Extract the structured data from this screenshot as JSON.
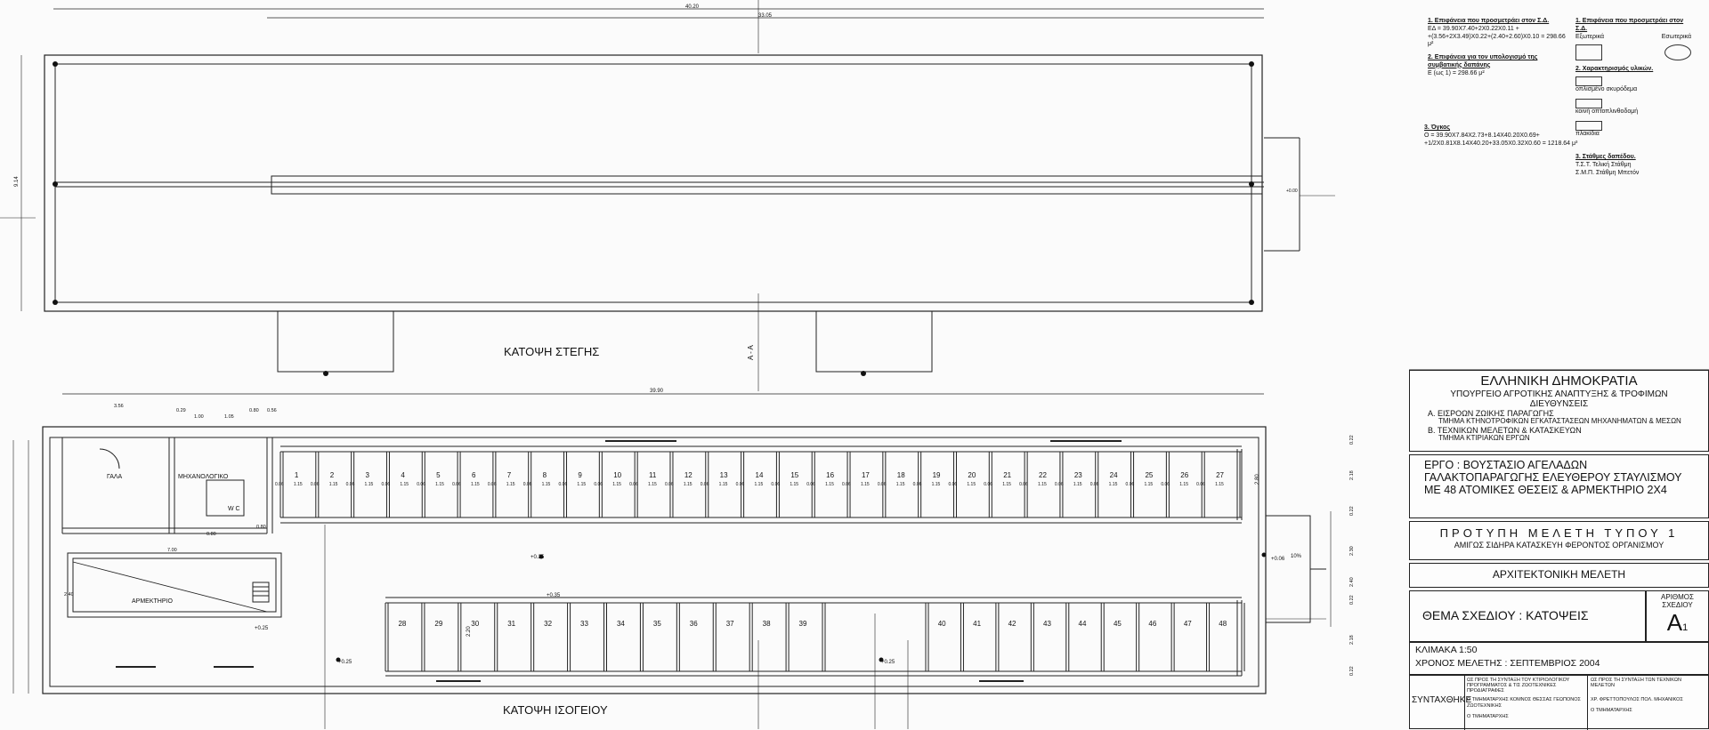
{
  "drawing": {
    "roof_plan_title": "ΚΑΤΟΨΗ ΣΤΕΓΗΣ",
    "ground_plan_title": "ΚΑΤΟΨΗ ΙΣΟΓΕΙΟΥ",
    "section_marker": "Α - Α",
    "dims_top": [
      "40.20",
      "33.05"
    ],
    "dim_overall": "39.90",
    "dim_roof_height": "9.14",
    "dims_left": [
      "3.56",
      "0.29",
      "1.00",
      "1.05",
      "0.80",
      "0.56"
    ],
    "rooms": {
      "milk": "ΓΑΛΑ",
      "machine": "ΜΗΧΑΝΟΛΟΓΙΚΟ",
      "wc": "W C",
      "milking": "ΑΡΜΕΚΤΗΡΙΟ"
    },
    "room_dims": [
      "7.00",
      "2.40",
      "0.80",
      "0.80"
    ],
    "levels": [
      "+0.25",
      "+0.35",
      "+0.25",
      "+0.25",
      "+0.06",
      "+0.00",
      "+0.25"
    ],
    "slope": "10%",
    "top_stalls": [
      "1",
      "2",
      "3",
      "4",
      "5",
      "6",
      "7",
      "8",
      "9",
      "10",
      "11",
      "12",
      "13",
      "14",
      "15",
      "16",
      "17",
      "18",
      "19",
      "20",
      "21",
      "22",
      "23",
      "24",
      "25",
      "26",
      "27"
    ],
    "bottom_stalls_a": [
      "28",
      "29",
      "30",
      "31",
      "32",
      "33",
      "34",
      "35",
      "36",
      "37",
      "38",
      "39"
    ],
    "bottom_stalls_b": [
      "40",
      "41",
      "42",
      "43",
      "44",
      "45",
      "46",
      "47",
      "48"
    ],
    "stall_dim": "1.15",
    "gap_dim": "0.06",
    "right_dims": [
      "0.22",
      "2.18",
      "0.22",
      "2.30",
      "2.40",
      "0.22",
      "2.18",
      "0.22"
    ],
    "corridor_dim": "2.80",
    "stall_depth": "2.20"
  },
  "notes": {
    "h1": "1. Επιφάνεια που προσμετράει στον Σ.Δ.",
    "l1": "ΕΔ = 39.90Χ7.40+2Χ0.22Χ0.11 +",
    "l2": "+(3.56+2Χ3.49)Χ0.22+(2.40+2.60)Χ0.10 = 298.66 μ²",
    "h2": "2. Επιφάνεια για τον υπολογισμό της συμβατικής δαπάνης",
    "l3": "Ε (ως 1) = 298.66 μ²",
    "h3": "3. Όγκος",
    "l4": "Ο = 39.90Χ7.84Χ2.73+8.14Χ40.20Χ0.69+",
    "l5": "+1/2Χ0.81Χ8.14Χ40.20+33.05Χ0.32Χ0.60 = 1218.64 μ³",
    "h4": "1. Επιφάνεια που προσμετράει στον Σ.Δ.",
    "c1": "Εξωτερικά",
    "c2": "Εσωτερικά",
    "legend_title": "2. Χαρακτηρισμός υλικών.",
    "legend": [
      "οπλισμένο σκυρόδεμα",
      "κοινή οπτοπλινθοδομή",
      "πλακίδια"
    ],
    "h5": "3. Στάθμες δαπέδου.",
    "s1": "Τ.Σ.Τ. Τελική Στάθμη",
    "s2": "Σ.Μ.Π. Στάθμη Μπετόν"
  },
  "title_block": {
    "country": "ΕΛΛΗΝΙΚΗ ΔΗΜΟΚΡΑΤΙΑ",
    "ministry": "ΥΠΟΥΡΓΕΙΟ ΑΓΡΟΤΙΚΗΣ ΑΝΑΠΤΥΞΗΣ & ΤΡΟΦΙΜΩΝ",
    "directorates": "ΔΙΕΥΘΥΝΣΕΙΣ",
    "dir_a": "Α. ΕΙΣΡΟΩΝ ΖΩΙΚΗΣ ΠΑΡΑΓΩΓΗΣ",
    "dir_a_sub": "ΤΜΗΜΑ ΚΤΗΝΟΤΡΟΦΙΚΩΝ ΕΓΚΑΤΑΣΤΑΣΕΩΝ ΜΗΧΑΝΗΜΑΤΩΝ & ΜΕΣΩΝ",
    "dir_b": "Β. ΤΕΧΝΙΚΩΝ ΜΕΛΕΤΩΝ & ΚΑΤΑΣΚΕΥΩΝ",
    "dir_b_sub": "ΤΜΗΜΑ ΚΤΙΡΙΑΚΩΝ ΕΡΓΩΝ",
    "project_1": "ΕΡΓΟ : ΒΟΥΣΤΑΣΙΟ ΑΓΕΛΑΔΩΝ",
    "project_2": "ΓΑΛΑΚΤΟΠΑΡΑΓΩΓΗΣ ΕΛΕΥΘΕΡΟΥ ΣΤΑΥΛΙΣΜΟΥ",
    "project_3": "ΜΕ 48 ΑΤΟΜΙΚΕΣ ΘΕΣΕΙΣ & ΑΡΜΕΚΤΗΡΙΟ 2Χ4",
    "study_type": "ΠΡΟΤΥΠΗ ΜΕΛΕΤΗ ΤΥΠΟΥ 1",
    "structure": "ΑΜΙΓΩΣ ΣΙΔΗΡΑ ΚΑΤΑΣΚΕΥΗ ΦΕΡΟΝΤΟΣ ΟΡΓΑΝΙΣΜΟΥ",
    "discipline": "ΑΡΧΙΤΕΚΤΟΝΙΚΗ ΜΕΛΕΤΗ",
    "subject": "ΘΕΜΑ ΣΧΕΔΙΟΥ : ΚΑΤΟΨΕΙΣ",
    "number_label": "ΑΡΙΘΜΟΣ ΣΧΕΔΙΟΥ",
    "number": "A",
    "number_sub": "1",
    "scale": "ΚΛΙΜΑΚΑ 1:50",
    "date": "ΧΡΟΝΟΣ ΜΕΛΕΤΗΣ : ΣΕΠΤΕΜΒΡΙΟΣ 2004",
    "compiled": "ΣΥΝΤΑΧΘΗΚΕ",
    "col1_head": "ΩΣ ΠΡΟΣ ΤΗ ΣΥΝΤΑΞΗ ΤΟΥ ΚΤΙΡΙΟΛΟΓΙΚΟΥ ΠΡΟΓΡΑΜΜΑΤΟΣ & ΤΙΣ ΖΩΟΤΕΧΝΙΚΕΣ ΠΡΟΔΙΑΓΡΑΦΕΣ",
    "col2_head": "ΩΣ ΠΡΟΣ ΤΗ ΣΥΝΤΑΞΗ ΤΩΝ ΤΕΧΝΙΚΩΝ ΜΕΛΕΤΩΝ",
    "col1_body": "Ο ΤΜΗΜΑΤΑΡΧΗΣ ΚΟΜΝΟΣ ΘΕΣΣΑΣ ΓΕΩΠΟΝΟΣ ΖΩΟΤΕΧΝΙΚΗΣ",
    "col2_body": "ΧΡ. ΦΡΕΤΤΟΠΟΥΛΟΣ ΠΟΛ. ΜΗΧΑΝΙΚΟΣ",
    "col1_foot": "Ο ΤΜΗΜΑΤΑΡΧΗΣ",
    "col2_foot": "Ο ΤΜΗΜΑΤΑΡΧΗΣ"
  }
}
